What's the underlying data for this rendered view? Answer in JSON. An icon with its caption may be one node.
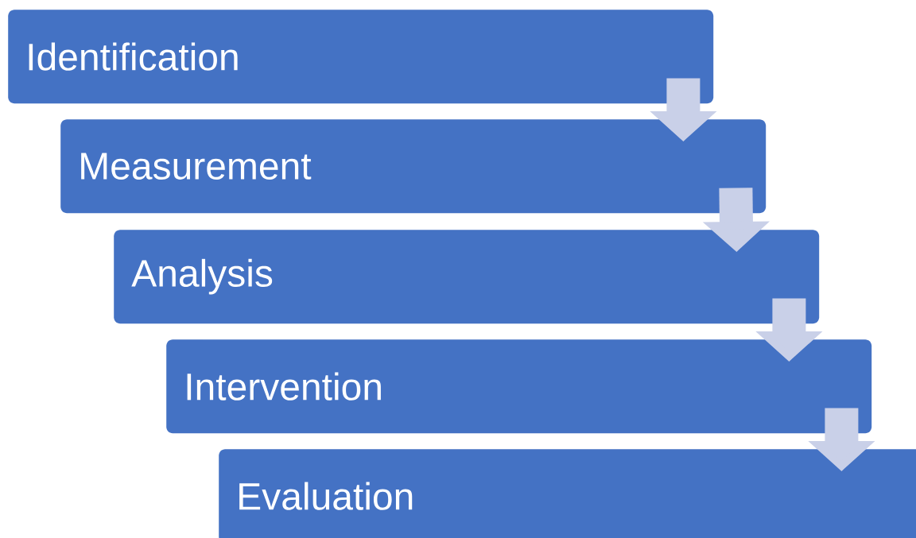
{
  "diagram": {
    "nodes": [
      {
        "text": [
          "Identification"
        ]
      },
      {
        "text": [
          "Measurement"
        ]
      },
      {
        "text": [
          "Analysis"
        ]
      },
      {
        "text": [
          "Intervention"
        ]
      },
      {
        "text": [
          "Evaluation"
        ]
      }
    ],
    "edges": [
      {
        "from": 0,
        "to": 1,
        "arrow": "to"
      },
      {
        "from": 1,
        "to": 2,
        "arrow": "to"
      },
      {
        "from": 2,
        "to": 3,
        "arrow": "to"
      },
      {
        "from": 3,
        "to": 4,
        "arrow": "to"
      }
    ]
  }
}
